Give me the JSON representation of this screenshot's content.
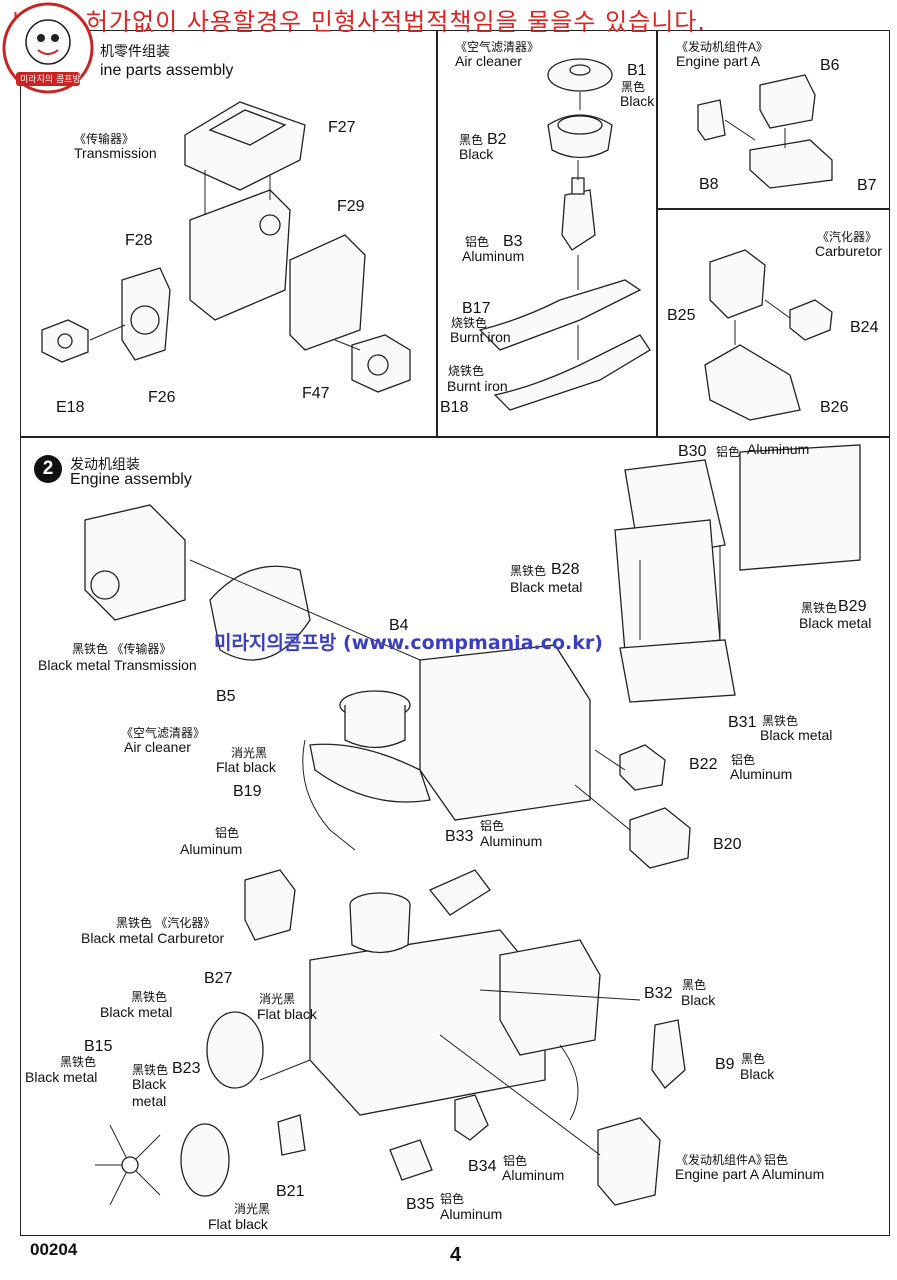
{
  "watermark": "사진을 허가없이 사용할경우 민형사적법적책임을 물을수 있습니다.",
  "site_overlay": "미라지의콤프방 (www.compmania.co.kr)",
  "logo": {
    "text": "미라지의 콤프방",
    "icon": "cartoon-mascot-logo"
  },
  "footer": {
    "code": "00204",
    "page": "4"
  },
  "step1": {
    "title_cn": "机零件组装",
    "title_en": "ine parts assembly",
    "transmission": {
      "cn": "《传输器》",
      "en": "Transmission"
    },
    "parts": [
      "F27",
      "F28",
      "F29",
      "F26",
      "E18",
      "F47"
    ]
  },
  "air_cleaner_panel": {
    "title_cn": "《空气滤清器》",
    "title_en": "Air cleaner",
    "B1": {
      "code": "B1",
      "cn": "黑色",
      "en": "Black"
    },
    "B2": {
      "code": "B2",
      "cn": "黑色",
      "en": "Black"
    },
    "B3": {
      "code": "B3",
      "cn": "铝色",
      "en": "Aluminum"
    },
    "B17": {
      "code": "B17",
      "cn": "烧铁色",
      "en": "Burnt iron"
    },
    "B18": {
      "code": "B18",
      "cn": "烧铁色",
      "en": "Burnt iron"
    }
  },
  "engine_part_a_panel": {
    "title_cn": "《发动机组件A》",
    "title_en": "Engine part A",
    "parts": [
      "B6",
      "B8",
      "B7"
    ]
  },
  "carburetor_panel": {
    "title_cn": "《汽化器》",
    "title_en": "Carburetor",
    "parts": [
      "B25",
      "B24",
      "B26"
    ]
  },
  "step2": {
    "number": "2",
    "title_cn": "发动机组装",
    "title_en": "Engine assembly",
    "labels": {
      "B30": {
        "code": "B30",
        "cn": "铝色",
        "en": "Aluminum"
      },
      "B28": {
        "code": "B28",
        "cn": "黑铁色",
        "en": "Black metal"
      },
      "B29": {
        "code": "B29",
        "cn": "黑铁色",
        "en": "Black metal"
      },
      "B4": {
        "code": "B4"
      },
      "B5": {
        "code": "B5"
      },
      "transmission": {
        "cn": "黑铁色 《传输器》",
        "en": "Black metal  Transmission"
      },
      "B31": {
        "code": "B31",
        "cn": "黑铁色",
        "en": "Black metal"
      },
      "air_cleaner": {
        "cn": "《空气滤清器》",
        "en": "Air cleaner"
      },
      "flat_black_1": {
        "cn": "消光黑",
        "en": "Flat black"
      },
      "B19": {
        "code": "B19"
      },
      "B22": {
        "code": "B22",
        "cn": "铝色",
        "en": "Aluminum"
      },
      "aluminum_pipe": {
        "cn": "铝色",
        "en": "Aluminum"
      },
      "B33": {
        "code": "B33",
        "cn": "铝色",
        "en": "Aluminum"
      },
      "B20": {
        "code": "B20"
      },
      "carburetor": {
        "cn": "黑铁色 《汽化器》",
        "en": "Black metal  Carburetor"
      },
      "B27": {
        "code": "B27",
        "cn": "黑铁色",
        "en": "Black metal"
      },
      "flat_black_2": {
        "cn": "消光黑",
        "en": "Flat black"
      },
      "B32": {
        "code": "B32",
        "cn": "黑色",
        "en": "Black"
      },
      "B15": {
        "code": "B15",
        "cn": "黑铁色",
        "en": "Black metal"
      },
      "B23": {
        "code": "B23",
        "cn": "黑铁色",
        "en1": "Black",
        "en2": "metal"
      },
      "B9": {
        "code": "B9",
        "cn": "黑色",
        "en": "Black"
      },
      "B21": {
        "code": "B21"
      },
      "B34": {
        "code": "B34",
        "cn": "铝色",
        "en": "Aluminum"
      },
      "engine_part_a": {
        "cn": "《发动机组件A》",
        "en": "Engine part A",
        "cn2": "铝色",
        "en2": "Aluminum"
      },
      "flat_black_3": {
        "cn": "消光黑",
        "en": "Flat black"
      },
      "B35": {
        "code": "B35",
        "cn": "铝色",
        "en": "Aluminum"
      }
    }
  }
}
